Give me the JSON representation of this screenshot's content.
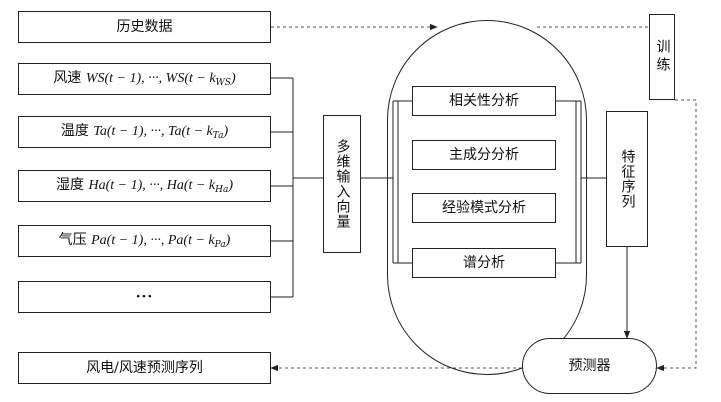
{
  "diagram": {
    "history_data": "历史数据",
    "training": "训练",
    "inputs": [
      {
        "prefix": "风速",
        "symbol": "WS",
        "mid": "(t − 1), ···, ",
        "symbol2": "WS",
        "open": "(t − k",
        "sub": "WS",
        "close": ")"
      },
      {
        "prefix": "温度",
        "symbol": "Ta",
        "mid": "(t − 1), ···, ",
        "symbol2": "Ta",
        "open": "(t − k",
        "sub": "Ta",
        "close": ")"
      },
      {
        "prefix": "湿度",
        "symbol": "Ha",
        "mid": "(t − 1), ···, ",
        "symbol2": "Ha",
        "open": "(t − k",
        "sub": "Ha",
        "close": ")"
      },
      {
        "prefix": "气压",
        "symbol": "Pa",
        "mid": "(t − 1), ···, ",
        "symbol2": "Pa",
        "open": "(t − k",
        "sub": "Pa",
        "close": ")"
      }
    ],
    "ellipsis": "···",
    "multi_vector": "多维输入向量",
    "methods": [
      "相关性分析",
      "主成分分析",
      "经验模式分析",
      "谱分析"
    ],
    "feature_sequence": "特征序列",
    "predictor": "预测器",
    "output": "风电/风速预测序列"
  },
  "colors": {
    "line": "#222222",
    "dashed": "#555555",
    "background": "#ffffff"
  }
}
